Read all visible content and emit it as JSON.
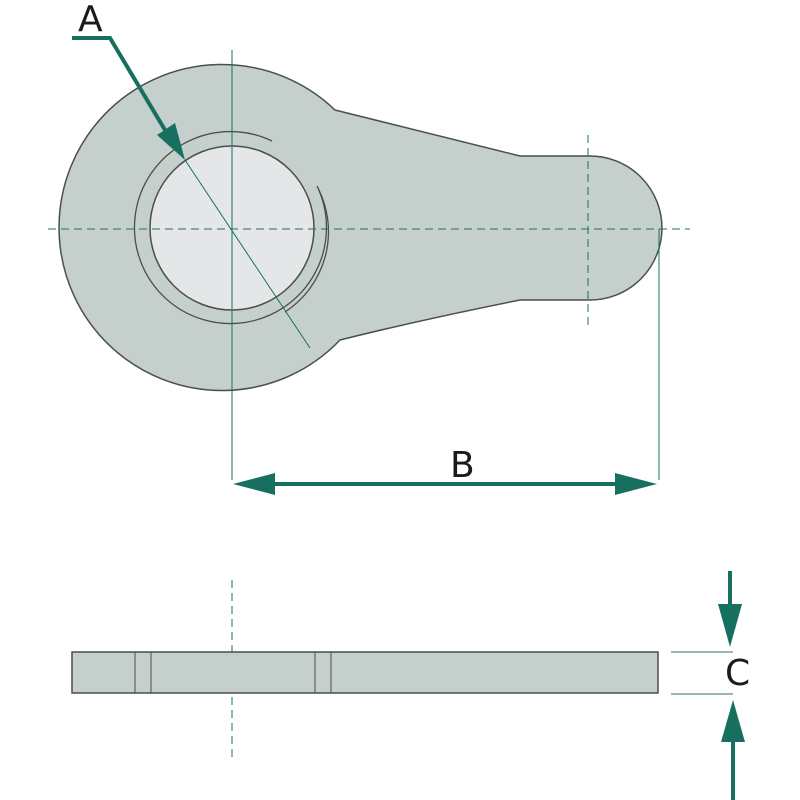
{
  "labels": {
    "a": "A",
    "b": "B",
    "c": "C"
  },
  "colors": {
    "accent": "#17705f",
    "part_fill": "#c5cfcc",
    "hole_fill": "#e4e6e7",
    "outline": "#4a4f4e"
  }
}
